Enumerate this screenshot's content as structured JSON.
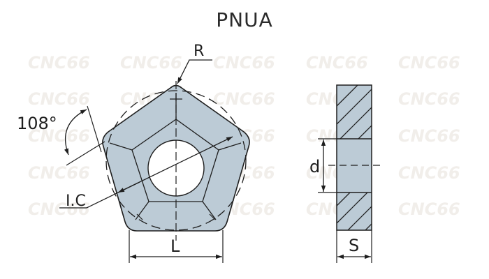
{
  "title": "PNUA",
  "labels": {
    "radius": "R",
    "angle": "108°",
    "inscribed_circle": "I.C",
    "length": "L",
    "hole_diameter": "d",
    "thickness": "S"
  },
  "watermark": "CNC66",
  "colors": {
    "insert_fill": "#bccbd6",
    "line": "#1e1e1e",
    "watermark": "#f1eeea",
    "background": "#ffffff"
  }
}
